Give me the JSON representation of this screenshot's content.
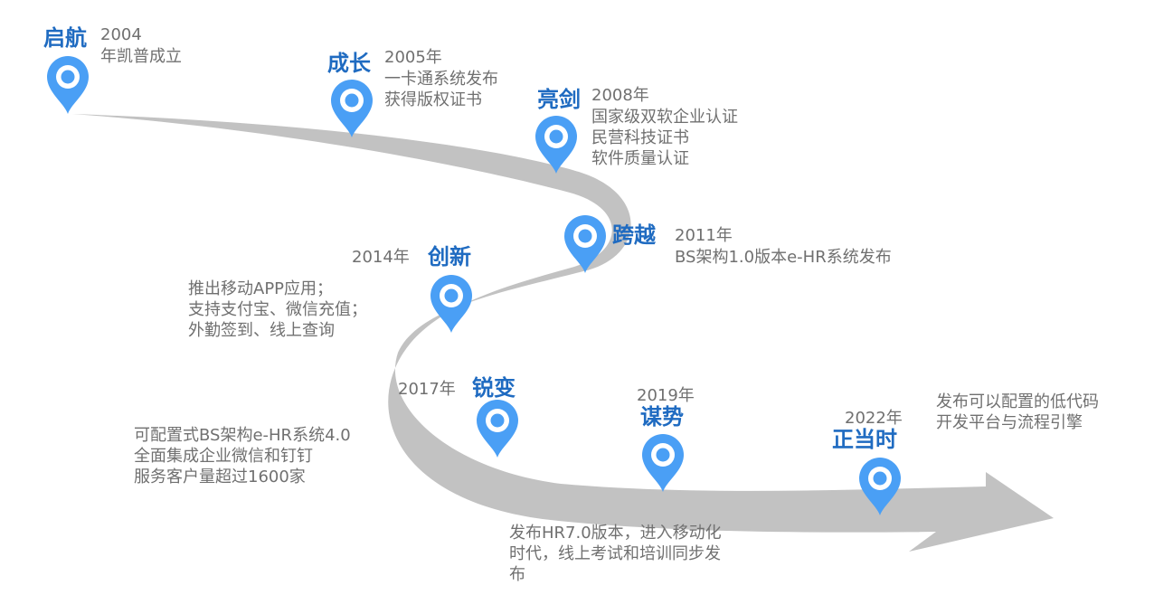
{
  "colors": {
    "road": "#c2c2c2",
    "pin": "#4a9ff5",
    "heading": "#1f6bc1",
    "text": "#707070"
  },
  "icon": "map-pin-icon",
  "milestones": [
    {
      "title": "启航",
      "year": "2004",
      "lines": [
        "年凯普成立"
      ]
    },
    {
      "title": "成长",
      "year": "2005年",
      "lines": [
        "一卡通系统发布",
        "获得版权证书"
      ]
    },
    {
      "title": "亮剑",
      "year": "2008年",
      "lines": [
        "国家级双软企业认证",
        "民营科技证书",
        "软件质量认证"
      ]
    },
    {
      "title": "跨越",
      "year": "2011年",
      "lines": [
        "BS架构1.0版本e-HR系统发布"
      ]
    },
    {
      "title": "创新",
      "year": "2014年",
      "lines": [
        "推出移动APP应用；",
        "支持支付宝、微信充值；",
        "外勤签到、线上查询"
      ]
    },
    {
      "title": "锐变",
      "year": "2017年",
      "lines": [
        "可配置式BS架构e-HR系统4.0",
        "全面集成企业微信和钉钉",
        "服务客户量超过1600家"
      ]
    },
    {
      "title": "谋势",
      "year": "2019年",
      "lines": [
        "发布HR7.0版本，进入移动化",
        "时代，线上考试和培训同步发",
        "布"
      ]
    },
    {
      "title": "正当时",
      "year": "2022年",
      "lines": [
        "发布可以配置的低代码",
        "开发平台与流程引擎"
      ]
    }
  ]
}
